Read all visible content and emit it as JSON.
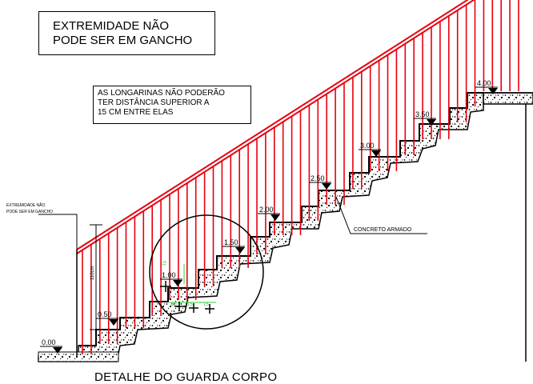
{
  "notes": {
    "hook_box": "EXTREMIDADE NÃO\nPODE SER EM GANCHO",
    "spacing_box": "AS LONGARINAS NÃO PODERÃO\nTER DISTÂNCIA SUPERIOR A\n15 CM ENTRE ELAS",
    "left_small_line1": "EXTREMIDADE NÃO",
    "left_small_line2": "PODE SER EM GANCHO",
    "concrete_label": "CONCRETO ARMADO",
    "height_label": "110cm",
    "caption": "DETALHE DO GUARDA CORPO"
  },
  "levels": [
    "0.00",
    "0.50",
    "1.00",
    "1.50",
    "2.00",
    "2.50",
    "3.00",
    "3.50",
    "4.00"
  ],
  "green_dims": [
    "15",
    "15",
    "15",
    "15"
  ],
  "colors": {
    "railing": "#e8000f",
    "green_dims": "#33cc33",
    "lines": "#000000",
    "concrete_dots": "#000000"
  }
}
